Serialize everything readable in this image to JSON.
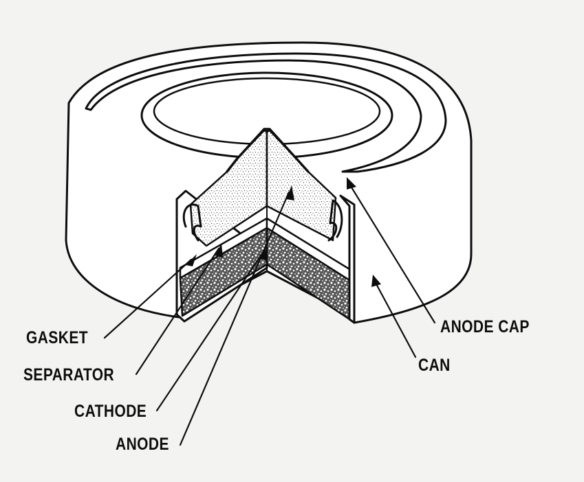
{
  "labels": {
    "gasket": "GASKET",
    "separator": "SEPARATOR",
    "cathode": "CATHODE",
    "anode": "ANODE",
    "anode_cap": "ANODE CAP",
    "can": "CAN"
  },
  "colors": {
    "ink": "#0d0d0d",
    "paper": "#f3f3f1"
  }
}
